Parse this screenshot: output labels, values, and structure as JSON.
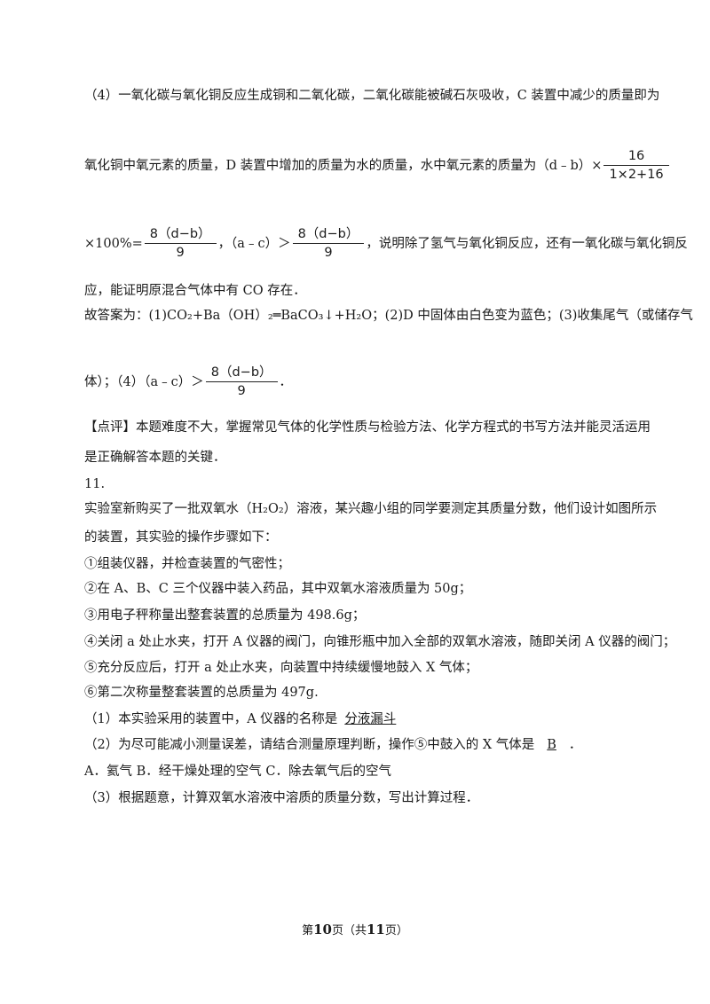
{
  "solution": {
    "line1": "（4）一氧化碳与氧化铜反应生成铜和二氧化碳，二氧化碳能被碱石灰吸收，C 装置中减少的质量即为",
    "line2_text": "氧化铜中氧元素的质量，D 装置中增加的质量为水的质量，水中氧元素的质量为（d﹣b）×",
    "frac1_num": "16",
    "frac1_den": "1×2+16",
    "line3_prefix": "×100%=",
    "frac_db_num": "8（d−b）",
    "frac_db_den": "9",
    "line3_mid": "，（a﹣c）＞",
    "line3_suffix": "，说明除了氢气与氧化铜反应，还有一氧化碳与氧化铜反",
    "line4": "应，能证明原混合气体中有 CO 存在．",
    "answer_line": "故答案为：(1)CO₂+Ba（OH）₂═BaCO₃↓+H₂O；(2)D 中固体由白色变为蓝色；(3)收集尾气（或储存气",
    "answer_line2_prefix": "体）；（4）（a﹣c）＞",
    "answer_line2_suffix": "．",
    "comment1": "【点评】本题难度不大，掌握常见气体的化学性质与检验方法、化学方程式的书写方法并能灵活运用",
    "comment2": "是正确解答本题的关键．"
  },
  "question": {
    "number": "11.",
    "intro1": "实验室新购买了一批双氧水（H₂O₂）溶液，某兴趣小组的同学要测定其质量分数，他们设计如图所示",
    "intro2": "的装置，其实验的操作步骤如下：",
    "steps": [
      "①组装仪器，并检查装置的气密性；",
      "②在 A、B、C 三个仪器中装入药品，其中双氧水溶液质量为 50g；",
      "③用电子秤称量出整套装置的总质量为 498.6g；",
      "④关闭 a 处止水夹，打开 A 仪器的阀门，向锥形瓶中加入全部的双氧水溶液，随即关闭 A 仪器的阀门；",
      "⑤充分反应后，打开 a 处止水夹，向装置中持续缓慢地鼓入 X 气体；",
      "⑥第二次称量整套装置的总质量为 497g."
    ],
    "q1_text": "（1）本实验采用的装置中，A 仪器的名称是",
    "q1_answer": "分液漏斗",
    "q2_text": "（2）为尽可能减小测量误差，请结合测量原理判断，操作⑤中鼓入的 X 气体是",
    "q2_answer": "B",
    "q2_end": "．",
    "options": "A．氦气 B．经干燥处理的空气 C．除去氧气后的空气",
    "q3_text": "（3）根据题意，计算双氧水溶液中溶质的质量分数，写出计算过程．"
  },
  "footer": {
    "prefix": "第",
    "page": "10",
    "middle": "页（共",
    "total": "11",
    "suffix": "页）"
  }
}
